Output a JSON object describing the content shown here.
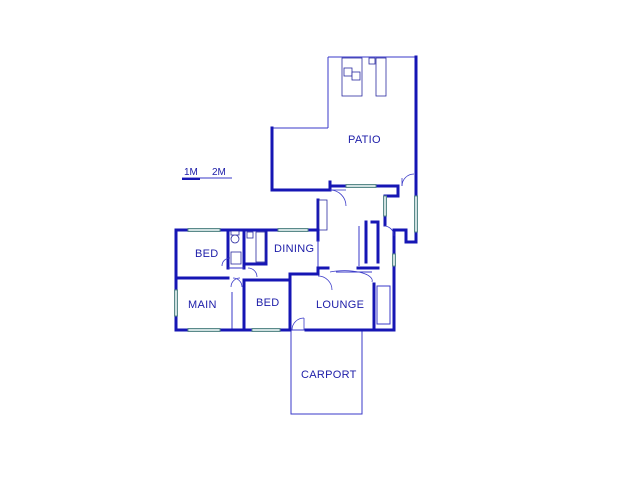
{
  "floorplan": {
    "rooms": {
      "patio": "PATIO",
      "bed1": "BED",
      "dining": "DINING",
      "main": "MAIN",
      "bed2": "BED",
      "lounge": "LOUNGE",
      "carport": "CARPORT"
    },
    "scale": {
      "mark1": "1M",
      "mark2": "2M"
    }
  },
  "colors": {
    "wall": "#1616b4",
    "text": "#1c1ca8"
  }
}
